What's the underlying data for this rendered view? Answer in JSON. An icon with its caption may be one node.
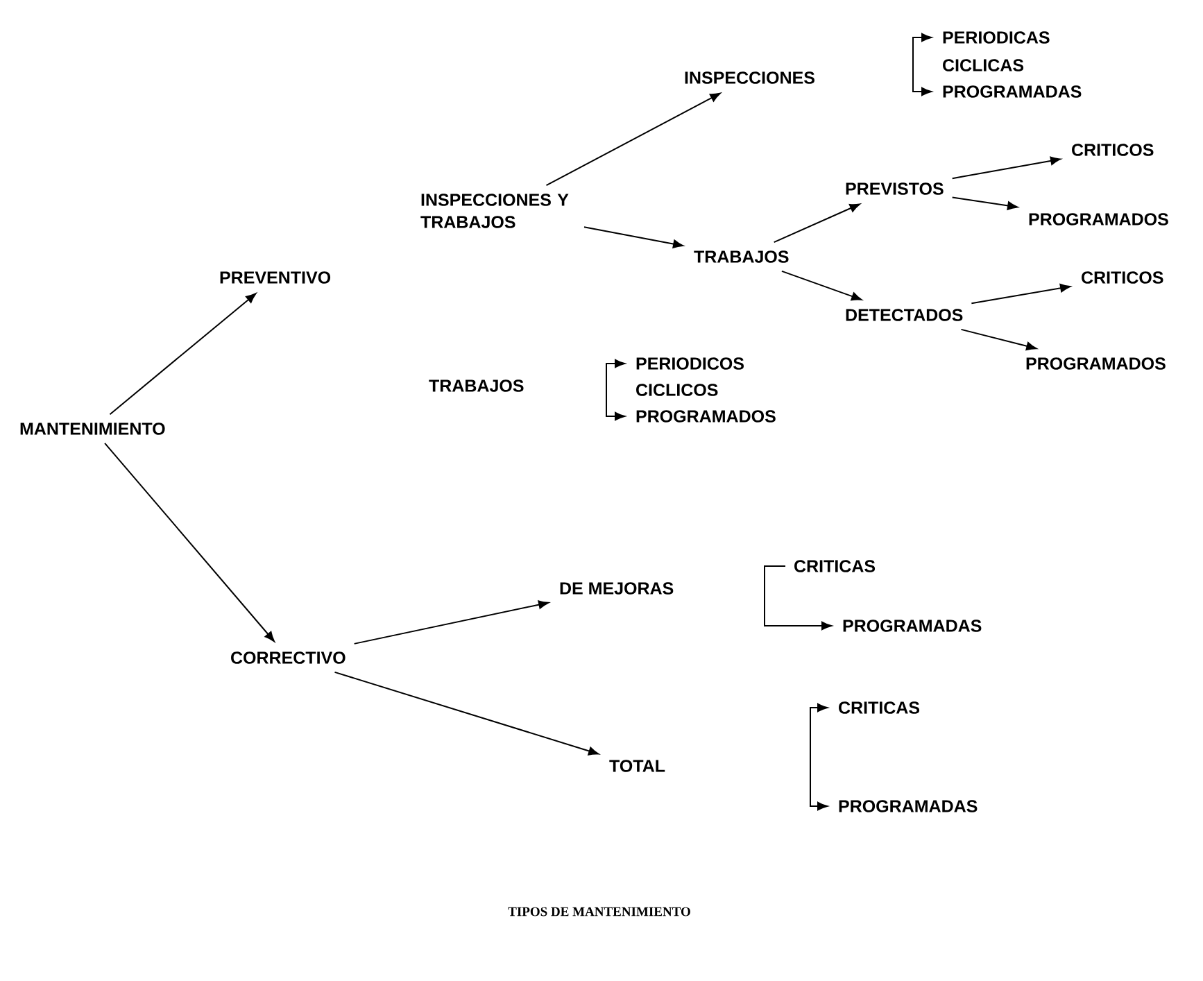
{
  "diagram": {
    "caption": "TIPOS DE MANTENIMIENTO",
    "nodes": [
      {
        "text": [
          "MANTENIMIENTO"
        ]
      },
      {
        "text": [
          "PREVENTIVO"
        ]
      },
      {
        "text": [
          "CORRECTIVO"
        ]
      },
      {
        "text": [
          "INSPECCIONES Y TRABAJOS"
        ]
      },
      {
        "text": [
          "TRABAJOS"
        ]
      },
      {
        "text": [
          "INSPECCIONES"
        ]
      },
      {
        "text": [
          "TRABAJOS"
        ]
      },
      {
        "text": [
          "PREVISTOS"
        ]
      },
      {
        "text": [
          "DETECTADOS"
        ]
      },
      {
        "text": [
          "CRITICOS"
        ]
      },
      {
        "text": [
          "PROGRAMADOS"
        ]
      },
      {
        "text": [
          "CRITICOS"
        ]
      },
      {
        "text": [
          "PROGRAMADOS"
        ]
      },
      {
        "text": [
          "PERIODICAS"
        ]
      },
      {
        "text": [
          "CICLICAS"
        ]
      },
      {
        "text": [
          "PROGRAMADAS"
        ]
      },
      {
        "text": [
          "PERIODICOS"
        ]
      },
      {
        "text": [
          "CICLICOS"
        ]
      },
      {
        "text": [
          "PROGRAMADOS"
        ]
      },
      {
        "text": [
          "DE MEJORAS"
        ]
      },
      {
        "text": [
          "TOTAL"
        ]
      },
      {
        "text": [
          "CRITICAS"
        ]
      },
      {
        "text": [
          "PROGRAMADAS"
        ]
      },
      {
        "text": [
          "CRITICAS"
        ]
      },
      {
        "text": [
          "PROGRAMADAS"
        ]
      }
    ],
    "edges": [
      {
        "from": 0,
        "to": 1,
        "arrow": "to"
      },
      {
        "from": 0,
        "to": 2,
        "arrow": "to"
      },
      {
        "from": 3,
        "to": 5,
        "arrow": "to"
      },
      {
        "from": 3,
        "to": 6,
        "arrow": "to"
      },
      {
        "from": 6,
        "to": 7,
        "arrow": "to"
      },
      {
        "from": 6,
        "to": 8,
        "arrow": "to"
      },
      {
        "from": 7,
        "to": 9,
        "arrow": "to"
      },
      {
        "from": 7,
        "to": 10,
        "arrow": "to"
      },
      {
        "from": 8,
        "to": 11,
        "arrow": "to"
      },
      {
        "from": 8,
        "to": 12,
        "arrow": "to"
      },
      {
        "from": 2,
        "to": 19,
        "arrow": "to"
      },
      {
        "from": 2,
        "to": 20,
        "arrow": "to"
      },
      {
        "from": 13,
        "to": 15,
        "arrow": "both"
      },
      {
        "from": 16,
        "to": 18,
        "arrow": "both"
      },
      {
        "from": 21,
        "to": 22,
        "arrow": "to"
      },
      {
        "from": 23,
        "to": 24,
        "arrow": "both"
      }
    ]
  }
}
